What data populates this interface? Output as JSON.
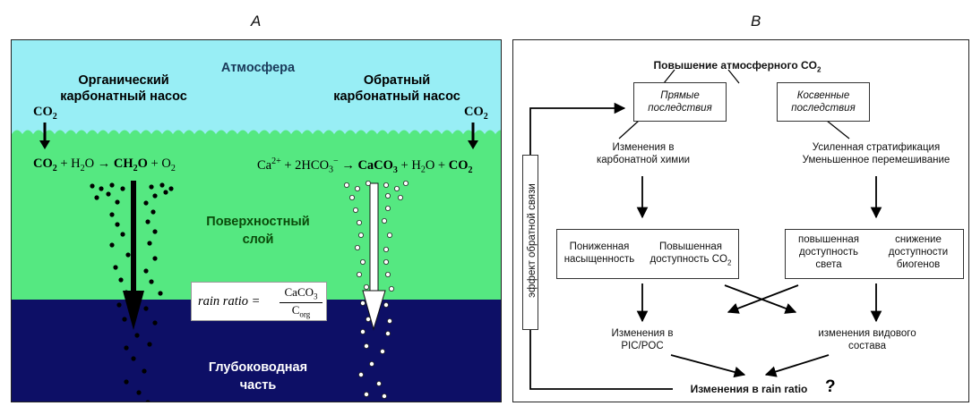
{
  "panel_a": {
    "letter": "A",
    "atmosphere": "Атмосфера",
    "organic_pump": [
      "Органический",
      "карбонатный насос"
    ],
    "reverse_pump": [
      "Обратный",
      "карбонатный насос"
    ],
    "co2_left": "CO",
    "co2_right": "CO",
    "surface_layer": [
      "Поверхностный",
      "слой"
    ],
    "deep_part": [
      "Глубоководная",
      "часть"
    ],
    "rain_ratio": {
      "label": "rain ratio =",
      "numerator": "CaCO",
      "num_sub": "3",
      "denominator": "C",
      "den_sub": "org"
    },
    "eq_left": {
      "co2": "CO",
      "plus1": " + H",
      "h2o": "O",
      "arrow": " → ",
      "ch2o": "CH",
      "ch2o_tail": "O",
      "plus2": " +  O",
      "o2_sub": "2"
    },
    "eq_right": {
      "ca": "Ca",
      "ca_sup": "2+",
      "hco3": " + 2HCO",
      "hco3_sub": "3",
      "hco3_sup": "−",
      "arrow": " → ",
      "caco3": "CaCO",
      "caco3_sub": "3",
      "h2o": " + H",
      "h2o_tail": "O + ",
      "co2": "CO"
    },
    "colors": {
      "sky": "#98eef5",
      "surface": "#55e881",
      "deep": "#0d0f66",
      "surface_text": "#0a4a0a",
      "deep_text": "#ffffff"
    }
  },
  "panel_b": {
    "letter": "B",
    "title": "Повышение атмосферного CO",
    "direct": [
      "Прямые",
      "последствия"
    ],
    "indirect": [
      "Косвенные",
      "последствия"
    ],
    "carbonate_change": [
      "Изменения в",
      "карбонатной химии"
    ],
    "stratification": [
      "Усиленная  стратификация",
      "Уменьшенное перемешивание"
    ],
    "lower_saturation": [
      "Пониженная",
      "насыщенность"
    ],
    "higher_co2": [
      "Повышенная",
      "доступность CO"
    ],
    "higher_light": [
      "повышенная",
      "доступность",
      "света"
    ],
    "lower_nutrients": [
      "снижение",
      "доступности",
      "биогенов"
    ],
    "pic_poc": [
      "Изменения в",
      "PIC/POC"
    ],
    "species": [
      "изменения  видового",
      "состава"
    ],
    "rain_change": "Изменения в rain ratio",
    "question": "?",
    "feedback": "эффект обратной связи"
  }
}
